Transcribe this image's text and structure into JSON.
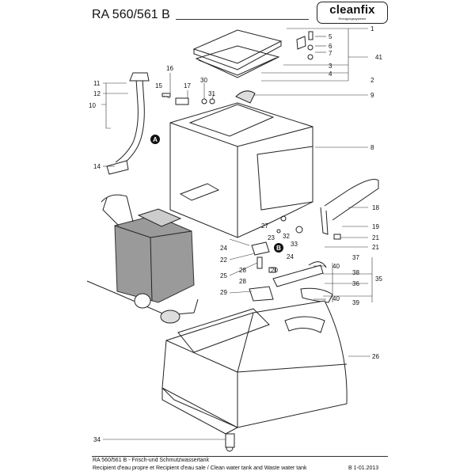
{
  "header": {
    "title": "RA 560/561 B",
    "logo_text": "cleanfix",
    "logo_tagline": "Reinigungssysteme"
  },
  "callouts": [
    "1",
    "2",
    "3",
    "4",
    "5",
    "6",
    "7",
    "8",
    "9",
    "10",
    "11",
    "12",
    "14",
    "15",
    "16",
    "17",
    "18",
    "19",
    "20",
    "21",
    "22",
    "23",
    "24",
    "25",
    "26",
    "27",
    "28",
    "29",
    "30",
    "31",
    "32",
    "33",
    "34",
    "35",
    "36",
    "37",
    "38",
    "39",
    "40",
    "41"
  ],
  "markers": [
    "A",
    "B"
  ],
  "footer": {
    "title_de": "RA 560/561 B - Frisch-und Schmutzwassertank",
    "title_multi": "Recipient d'eau propre et Recipient d'eau sale / Clean water tank and Waste water tank",
    "doc_code": "B 1-01.2013"
  }
}
